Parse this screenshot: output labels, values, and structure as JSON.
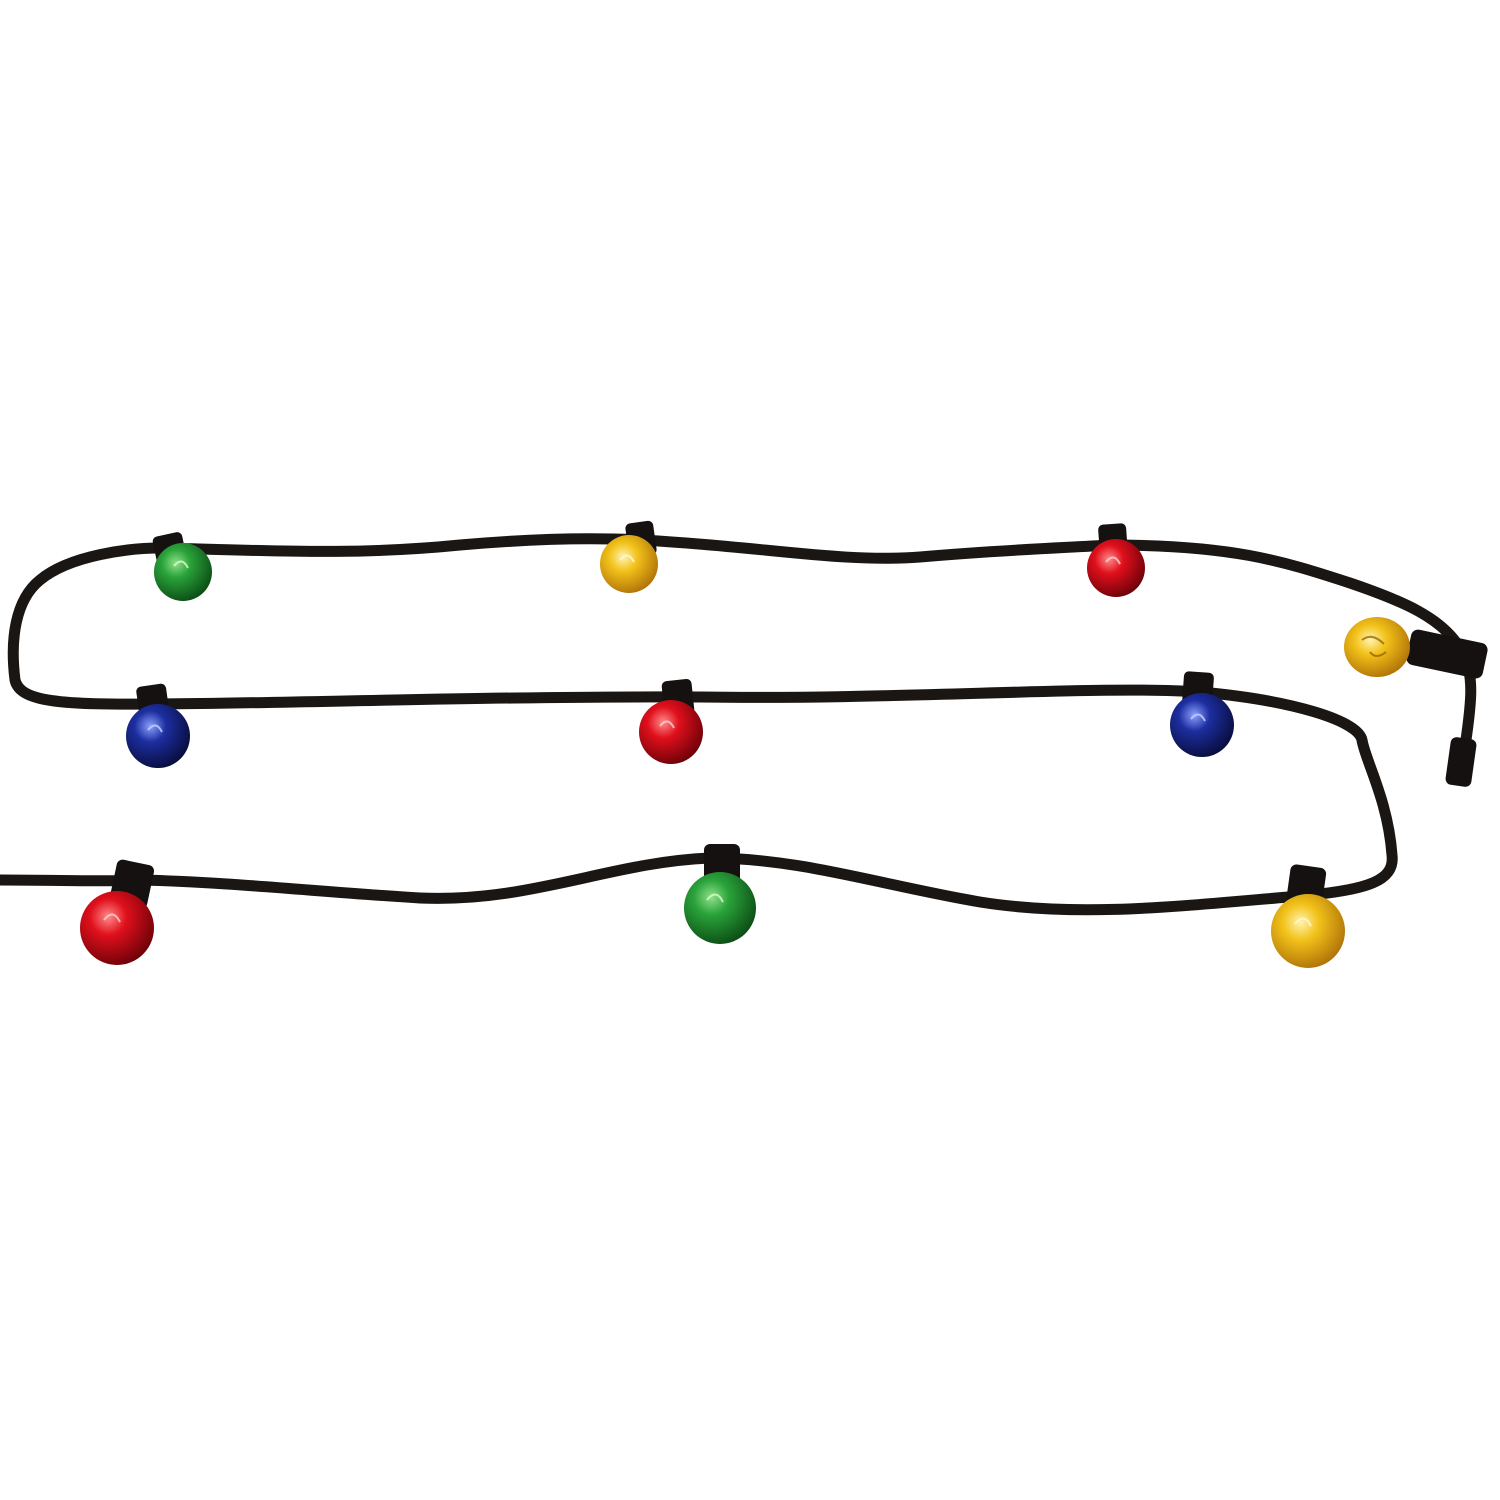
{
  "image": {
    "subject": "",
    "background_color": "#ffffff",
    "cable_color": "#1a1613",
    "socket_color": "#141110"
  },
  "bulbs": [
    {
      "name": "bulb-green-top-left",
      "color": "green",
      "hex": "#1f8a2c"
    },
    {
      "name": "bulb-yellow-top-middle",
      "color": "yellow",
      "hex": "#e6b21a"
    },
    {
      "name": "bulb-red-top-right",
      "color": "red",
      "hex": "#d0131d"
    },
    {
      "name": "bulb-yellow-end-clear",
      "color": "yellow",
      "hex": "#f2c21a"
    },
    {
      "name": "bulb-blue-middle-left",
      "color": "blue",
      "hex": "#1b2a8c"
    },
    {
      "name": "bulb-red-middle-center",
      "color": "red",
      "hex": "#e0101c"
    },
    {
      "name": "bulb-blue-middle-right",
      "color": "blue",
      "hex": "#17267e"
    },
    {
      "name": "bulb-red-bottom-left",
      "color": "red",
      "hex": "#d80f1b"
    },
    {
      "name": "bulb-green-bottom-center",
      "color": "green",
      "hex": "#1d8a2e"
    },
    {
      "name": "bulb-yellow-bottom-right",
      "color": "yellow",
      "hex": "#e7a816"
    }
  ]
}
